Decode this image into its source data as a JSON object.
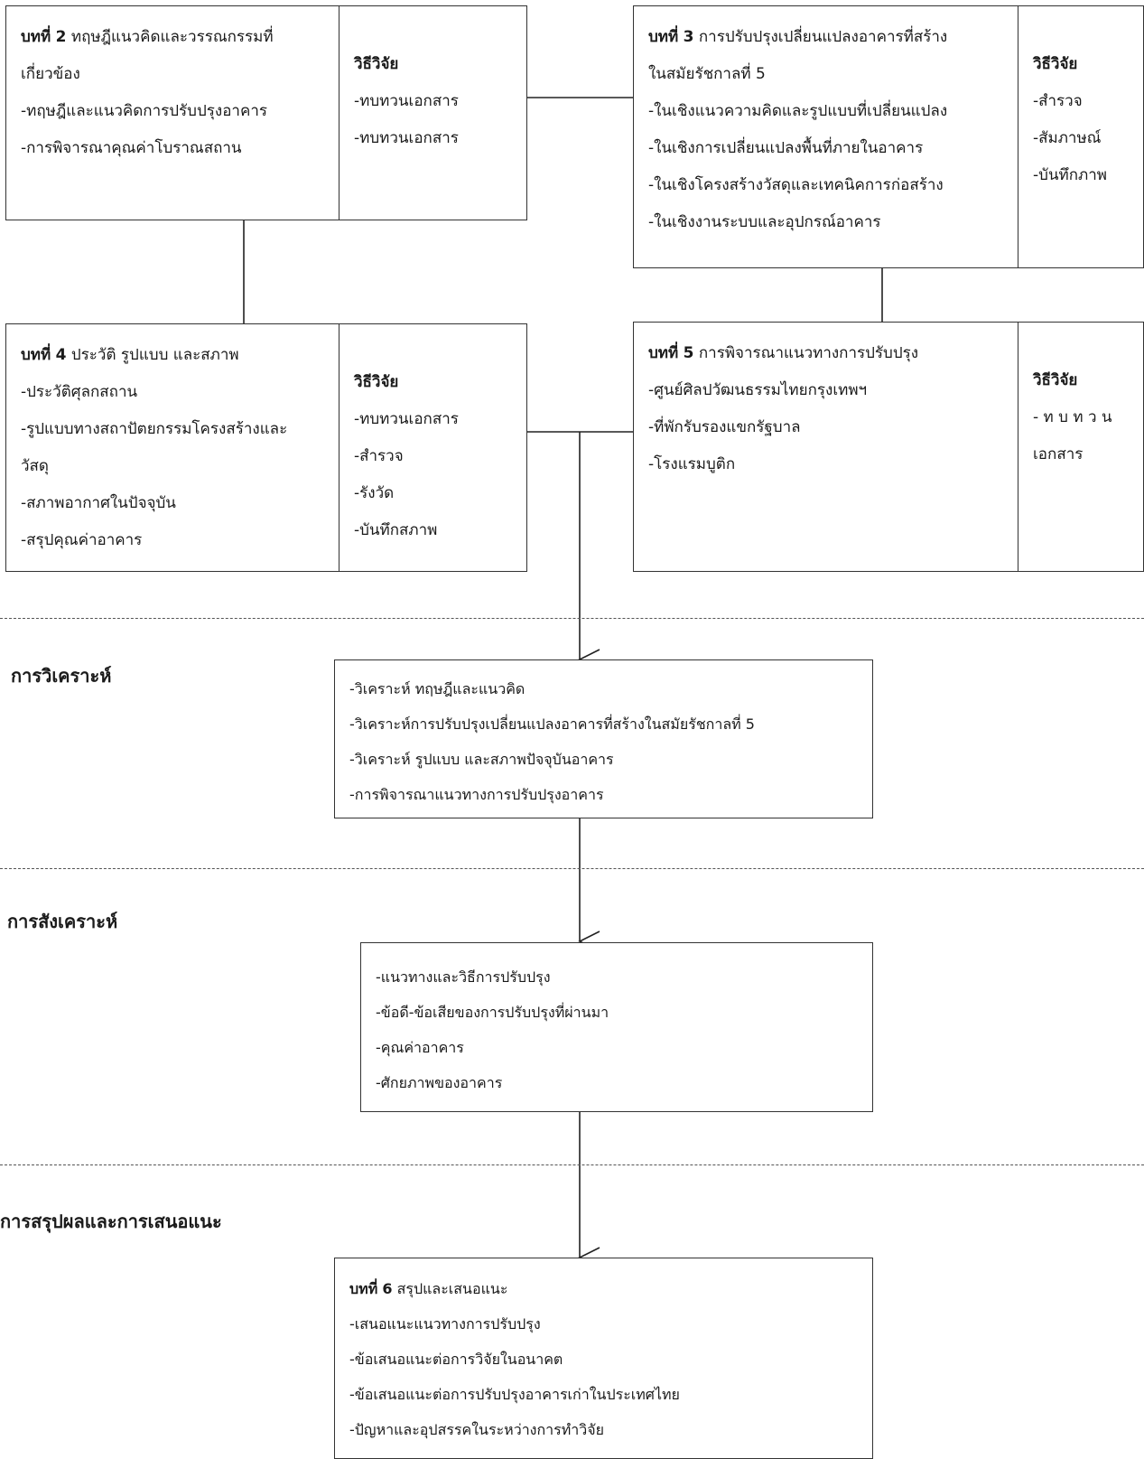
{
  "chapters": {
    "ch2": {
      "prefix": "บทที่",
      "num": "2",
      "title": "ทฤษฎีแนวคิดและวรรณกรรมที่",
      "title_cont": "เกี่ยวข้อง",
      "items": [
        "-ทฤษฎีและแนวคิดการปรับปรุงอาคาร",
        "-การพิจารณาคุณค่าโบราณสถาน"
      ],
      "method_title": "วิธีวิจัย",
      "methods": [
        "-ทบทวนเอกสาร",
        "-ทบทวนเอกสาร"
      ]
    },
    "ch3": {
      "prefix": "บทที่",
      "num": "3",
      "title": "การปรับปรุงเปลี่ยนแปลงอาคารที่สร้าง",
      "title_cont": "ในสมัยรัชกาลที่ 5",
      "items": [
        "-ในเชิงแนวความคิดและรูปแบบที่เปลี่ยนแปลง",
        "-ในเชิงการเปลี่ยนแปลงพื้นที่ภายในอาคาร",
        "-ในเชิงโครงสร้างวัสดุและเทคนิคการก่อสร้าง",
        "-ในเชิงงานระบบและอุปกรณ์อาคาร"
      ],
      "method_title": "วิธีวิจัย",
      "methods": [
        "-สำรวจ",
        "-สัมภาษณ์",
        "-บันทึกภาพ"
      ]
    },
    "ch4": {
      "prefix": "บทที่",
      "num": "4",
      "title": "ประวัติ รูปแบบ และสภาพ",
      "items": [
        "-ประวัติศุลกสถาน",
        "-รูปแบบทางสถาปัตยกรรมโครงสร้างและ",
        "วัสดุ",
        "-สภาพอากาศในปัจจุบัน",
        "-สรุปคุณค่าอาคาร"
      ],
      "method_title": "วิธีวิจัย",
      "methods": [
        "-ทบทวนเอกสาร",
        "-สำรวจ",
        "-รังวัด",
        "-บันทึกสภาพ"
      ]
    },
    "ch5": {
      "prefix": "บทที่",
      "num": "5",
      "title": "การพิจารณาแนวทางการปรับปรุง",
      "items": [
        "-ศูนย์ศิลปวัฒนธรรมไทยกรุงเทพฯ",
        "-ที่พักรับรองแขกรัฐบาล",
        "-โรงแรมบูติก"
      ],
      "method_title": "วิธีวิจัย",
      "methods": [
        "- ท บ ท ว น",
        "เอกสาร"
      ]
    }
  },
  "sections": {
    "analysis": {
      "label": "การวิเคราะห์",
      "items": [
        "-วิเคราะห์ ทฤษฎีและแนวคิด",
        "-วิเคราะห์การปรับปรุงเปลี่ยนแปลงอาคารที่สร้างในสมัยรัชกาลที่ 5",
        "-วิเคราะห์ รูปแบบ และสภาพปัจจุบันอาคาร",
        "-การพิจารณาแนวทางการปรับปรุงอาคาร"
      ]
    },
    "synthesis": {
      "label": "การสังเคราะห์",
      "items": [
        "-แนวทางและวิธีการปรับปรุง",
        "-ข้อดี-ข้อเสียของการปรับปรุงที่ผ่านมา",
        "-คุณค่าอาคาร",
        "-ศักยภาพของอาคาร"
      ]
    },
    "conclusion": {
      "label": "การสรุปผลและการเสนอแนะ",
      "chapter_prefix": "บทที่",
      "chapter_num": "6",
      "chapter_title": "สรุปและเสนอแนะ",
      "items": [
        "-เสนอแนะแนวทางการปรับปรุง",
        "-ข้อเสนอแนะต่อการวิจัยในอนาคต",
        "-ข้อเสนอแนะต่อการปรับปรุงอาคารเก่าในประเทศไทย",
        "-ปัญหาและอุปสรรคในระหว่างการทำวิจัย"
      ]
    }
  },
  "colors": {
    "border": "#333333",
    "dash": "#555555",
    "text": "#1a1a1a"
  }
}
